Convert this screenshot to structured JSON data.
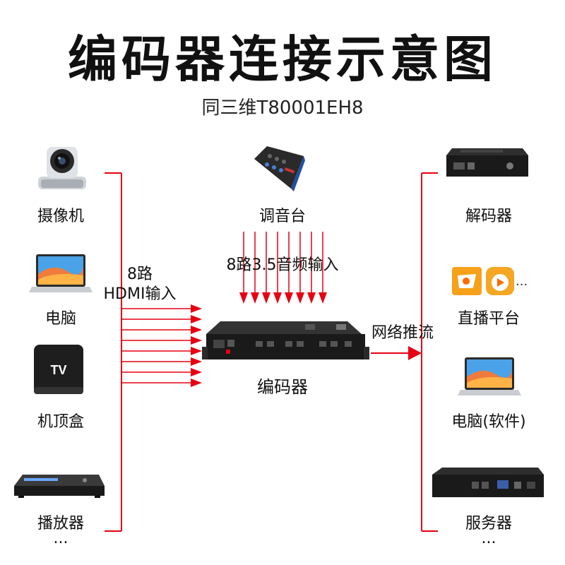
{
  "title": "编码器连接示意图",
  "subtitle": "同三维T80001EH8",
  "inputs": {
    "devices": [
      {
        "label": "摄像机",
        "icon": "camera-icon"
      },
      {
        "label": "电脑",
        "icon": "laptop-icon"
      },
      {
        "label": "机顶盒",
        "icon": "tv-box-icon",
        "icon_text": "TV"
      },
      {
        "label": "播放器",
        "icon": "dvd-player-icon"
      }
    ],
    "more": "...",
    "hdmi_count": "8路",
    "hdmi_label": "HDMI输入"
  },
  "mixer": {
    "label": "调音台",
    "audio_label": "8路3.5音频输入",
    "icon": "audio-mixer-icon"
  },
  "encoder": {
    "label": "编码器",
    "icon": "encoder-device-icon"
  },
  "stream": {
    "label": "网络推流"
  },
  "outputs": {
    "devices": [
      {
        "label": "解码器",
        "icon": "decoder-icon"
      },
      {
        "label": "直播平台",
        "icon": "live-platform-icon",
        "extra": "..."
      },
      {
        "label": "电脑(软件)",
        "icon": "laptop-icon"
      },
      {
        "label": "服务器",
        "icon": "server-icon"
      }
    ],
    "more": "..."
  },
  "colors": {
    "arrow": "#e60012",
    "device_dark": "#1c1c1c"
  }
}
